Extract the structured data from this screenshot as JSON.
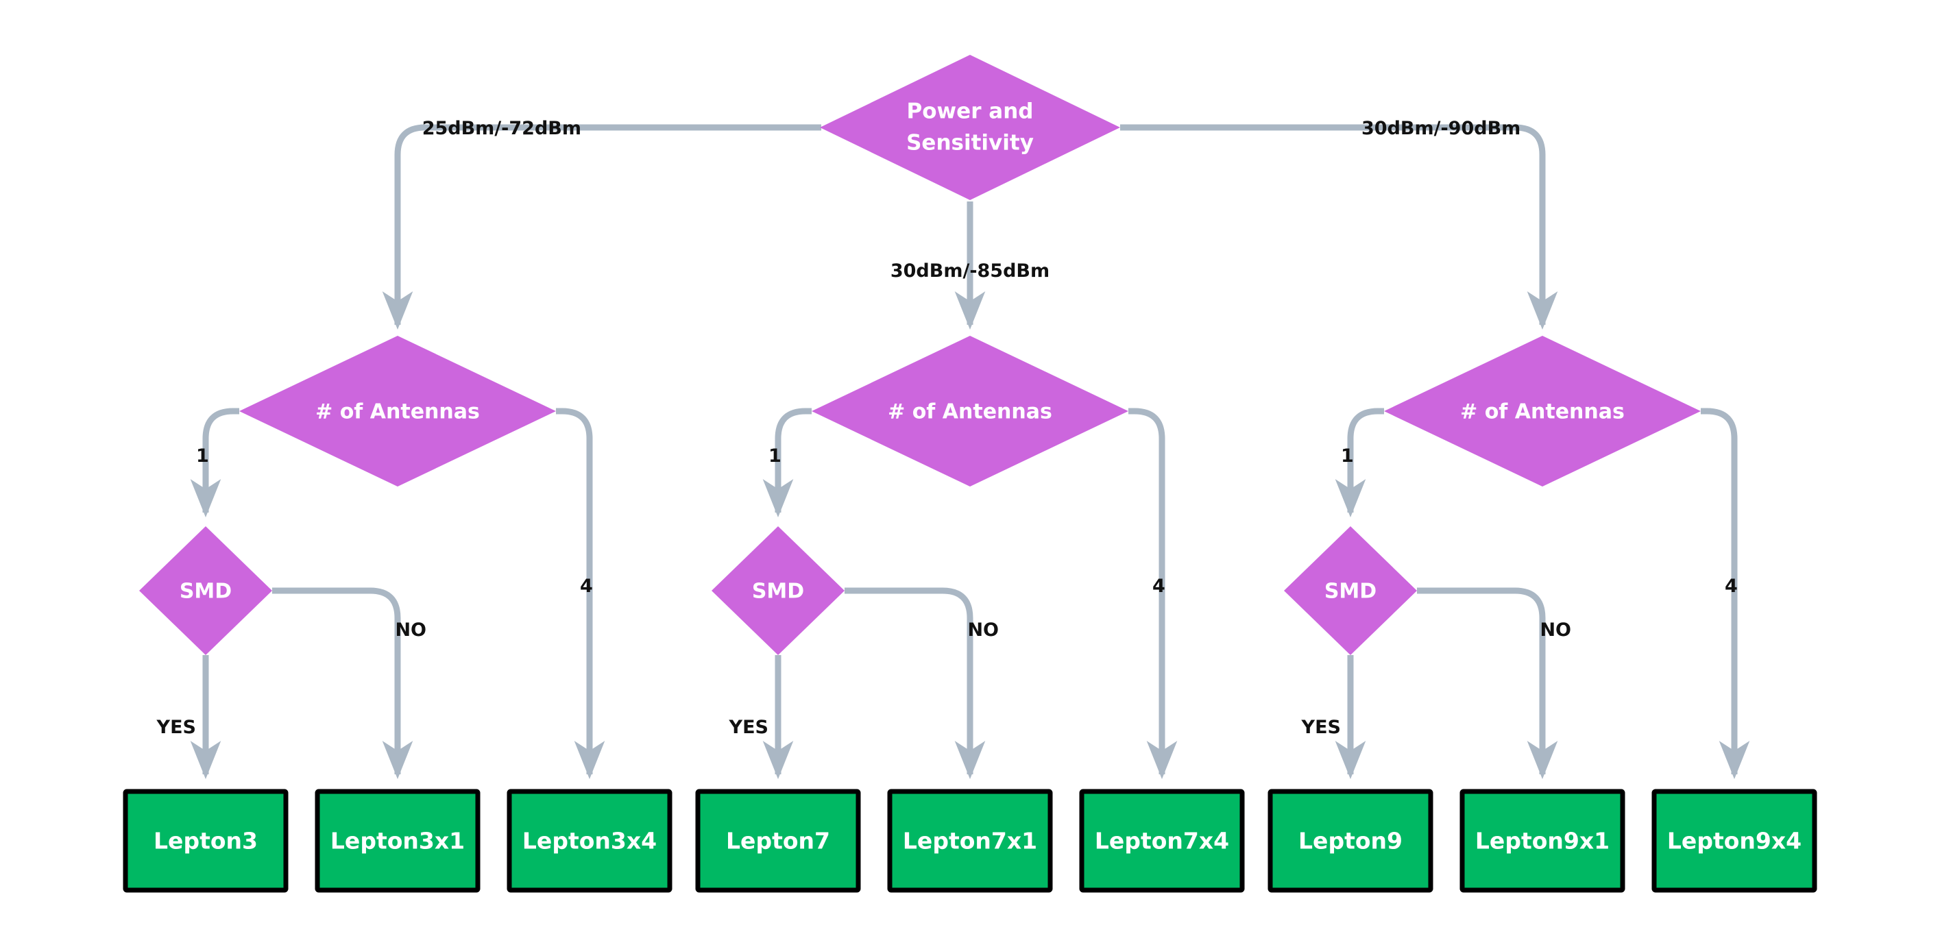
{
  "diagram": {
    "type": "decision-flowchart",
    "title_node": "Power and Sensitivity",
    "background_color": "#ffffff",
    "decision_color": "#cc66dd",
    "result_color": "#00b863",
    "result_border_color": "#000000",
    "edge_color": "#aab7c4",
    "edge_label_color": "#111111",
    "decision_text_color": "#ffffff",
    "result_text_color": "#ffffff"
  },
  "root": {
    "label_line1": "Power and",
    "label_line2": "Sensitivity",
    "shape": "diamond"
  },
  "root_edges": {
    "left": "25dBm/-72dBm",
    "middle": "30dBm/-85dBm",
    "right": "30dBm/-90dBm"
  },
  "antenna_labels": {
    "one": "1",
    "four": "4"
  },
  "smd_labels": {
    "yes": "YES",
    "no": "NO"
  },
  "branches": [
    {
      "id": "branch-lepton3",
      "power_label": "25dBm/-72dBm",
      "antennas_node": "# of Antennas",
      "smd_node": "SMD",
      "antenna_one_label": "1",
      "antenna_four_label": "4",
      "smd_yes_label": "YES",
      "smd_no_label": "NO",
      "results": [
        {
          "label": "Lepton3",
          "path": "1 antenna, SMD = YES"
        },
        {
          "label": "Lepton3x1",
          "path": "1 antenna, SMD = NO"
        },
        {
          "label": "Lepton3x4",
          "path": "4 antennas"
        }
      ]
    },
    {
      "id": "branch-lepton7",
      "power_label": "30dBm/-85dBm",
      "antennas_node": "# of Antennas",
      "smd_node": "SMD",
      "antenna_one_label": "1",
      "antenna_four_label": "4",
      "smd_yes_label": "YES",
      "smd_no_label": "NO",
      "results": [
        {
          "label": "Lepton7",
          "path": "1 antenna, SMD = YES"
        },
        {
          "label": "Lepton7x1",
          "path": "1 antenna, SMD = NO"
        },
        {
          "label": "Lepton7x4",
          "path": "4 antennas"
        }
      ]
    },
    {
      "id": "branch-lepton9",
      "power_label": "30dBm/-90dBm",
      "antennas_node": "# of Antennas",
      "smd_node": "SMD",
      "antenna_one_label": "1",
      "antenna_four_label": "4",
      "smd_yes_label": "YES",
      "smd_no_label": "NO",
      "results": [
        {
          "label": "Lepton9",
          "path": "1 antenna, SMD = YES"
        },
        {
          "label": "Lepton9x1",
          "path": "1 antenna, SMD = NO"
        },
        {
          "label": "Lepton9x4",
          "path": "4 antennas"
        }
      ]
    }
  ],
  "results_row": [
    "Lepton3",
    "Lepton3x1",
    "Lepton3x4",
    "Lepton7",
    "Lepton7x1",
    "Lepton7x4",
    "Lepton9",
    "Lepton9x1",
    "Lepton9x4"
  ]
}
